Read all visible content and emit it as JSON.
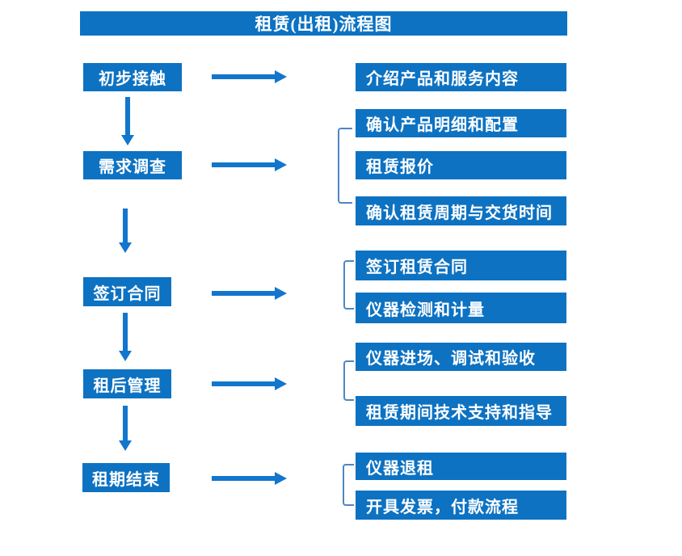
{
  "title": "租赁(出租)流程图",
  "colors": {
    "box_blue": "#0d72c2",
    "arrow_blue": "#1276cd",
    "bracket_blue": "#4e86c6",
    "text_white": "#ffffff"
  },
  "steps": [
    {
      "label": "初步接触",
      "details": [
        "介绍产品和服务内容"
      ]
    },
    {
      "label": "需求调查",
      "details": [
        "确认产品明细和配置",
        "租赁报价",
        "确认租赁周期与交货时间"
      ]
    },
    {
      "label": "签订合同",
      "details": [
        "签订租赁合同",
        "仪器检测和计量"
      ]
    },
    {
      "label": "租后管理",
      "details": [
        "仪器进场、调试和验收",
        "租赁期间技术支持和指导"
      ]
    },
    {
      "label": "租期结束",
      "details": [
        "仪器退租",
        "开具发票，付款流程"
      ]
    }
  ]
}
